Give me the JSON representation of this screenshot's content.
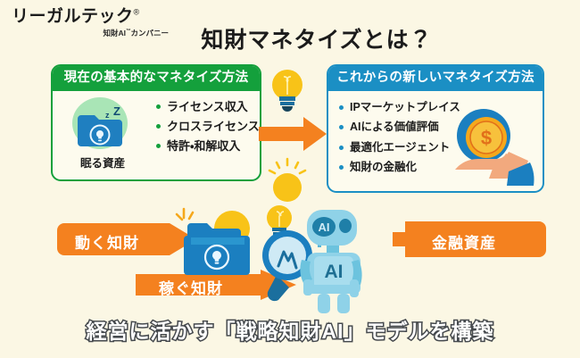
{
  "background_color": "#fbf7e4",
  "logo": {
    "name": "リーガルテック",
    "registered_mark": "®",
    "subtitle": "知財AI",
    "subtitle_mark": "™",
    "subtitle_tail": "カンパニー"
  },
  "title": "知財マネタイズとは？",
  "panels": {
    "left": {
      "header": "現在の基本的なマネタイズ方法",
      "header_color": "#14a03c",
      "items": [
        "ライセンス収入",
        "クロスライセンス",
        "特許・和解収入"
      ],
      "art_caption": "眠る資産",
      "art_icon": "sleeping-folder-icon",
      "art_sleep_marks": "zZ"
    },
    "right": {
      "header": "これからの新しいマネタイズ方法",
      "header_color": "#1b8fc4",
      "items": [
        "IPマーケットプレイス",
        "AIによる価値評価",
        "最適化エージェント",
        "知財の金融化"
      ],
      "art_icon": "hand-holding-coin-icon",
      "coin_symbol": "$"
    }
  },
  "banners": {
    "move": {
      "label": "動く知財",
      "color": "#f07c1f",
      "direction": "right"
    },
    "earn": {
      "label": "稼ぐ知財",
      "color": "#f07c1f",
      "direction": "right"
    },
    "finance": {
      "label": "金融資産",
      "color": "#f07c1f",
      "direction": "left"
    }
  },
  "center_art": {
    "folder_icon": "open-folder-lightbulb-icon",
    "lightbulb_icon": "lightbulb-icon",
    "magnifier_icon": "magnifying-glass-chart-icon",
    "robot_icon": "ai-robot-icon",
    "robot_head_label": "AI",
    "robot_chest_label": "AI"
  },
  "connector_arrows": {
    "top_middle": "arrow-right-icon",
    "bulb_top": "lightbulb-icon",
    "bulb_bottom": "lightbulb-icon"
  },
  "bottom_headline": "経営に活かす「戦略知財AI」モデルを構築"
}
